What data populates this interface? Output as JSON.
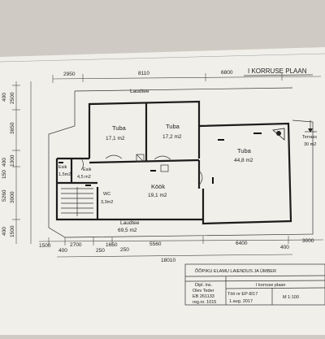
{
  "plan_title": "I KORRUSE PLAAN",
  "rooms": [
    {
      "id": "tuba1",
      "name": "Tuba",
      "area": "17,1 m2"
    },
    {
      "id": "tuba2",
      "name": "Tuba",
      "area": "17,2 m2"
    },
    {
      "id": "tuba3",
      "name": "Tuba",
      "area": "44,8 m2"
    },
    {
      "id": "esik1",
      "name": "Esik",
      "area": "1,5m2"
    },
    {
      "id": "esik2",
      "name": "Esik",
      "area": "4,5 m2"
    },
    {
      "id": "kook",
      "name": "Köök",
      "area": "19,1 m2"
    },
    {
      "id": "wc",
      "name": "WC",
      "area": "3,3m2"
    },
    {
      "id": "terrass",
      "name": "Terrass",
      "area": "30 m2"
    }
  ],
  "laudtee_top": {
    "name": "Laudtee"
  },
  "laudtee_bottom": {
    "name": "Laudtee",
    "area": "69,5 m2"
  },
  "dims_top": [
    "2950",
    "8110",
    "6800"
  ],
  "dims_left": [
    "400",
    "2500",
    "3650",
    "1300",
    "400",
    "150",
    "5260",
    "3000",
    "1500",
    "400"
  ],
  "dims_bottom_a": [
    "1500",
    "2700",
    "1650",
    "5560",
    "6400",
    "3000"
  ],
  "dims_bottom_b": [
    "400",
    "250",
    "250",
    "400"
  ],
  "dims_total": "18010",
  "title_block": {
    "project": "ÕÕPIKU ELAMU LAIENDUS JA ÜMBER",
    "col1_label": "Dipl. ins.",
    "col1_name": "Olev Teder",
    "col1_reg1": "EB 261133",
    "col1_reg2": "reg.nr. 1015",
    "sheet_name": "I korruse plaan",
    "work_no": "Töö nr EP-8/17",
    "date": "1.aug. 2017",
    "scale": "M 1:100"
  }
}
